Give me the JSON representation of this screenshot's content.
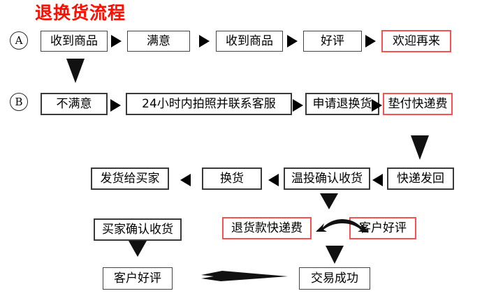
{
  "title": "退换货流程",
  "lanes": [
    {
      "id": "lane-a",
      "label": "A"
    },
    {
      "id": "lane-b",
      "label": "B"
    }
  ],
  "colors": {
    "title_red": "#fa0f00",
    "box_red": "#fa5050",
    "box_black": "#3a3a3a",
    "text": "#000000",
    "background": "#ffffff"
  },
  "row_a": {
    "nodes": [
      {
        "label": "收到商品",
        "style": "black"
      },
      {
        "label": "满意",
        "style": "black"
      },
      {
        "label": "收到商品",
        "style": "black"
      },
      {
        "label": "好评",
        "style": "black"
      },
      {
        "label": "欢迎再来",
        "style": "red"
      }
    ]
  },
  "row_b": {
    "nodes": [
      {
        "label": "不满意",
        "style": "black"
      },
      {
        "label": "24小时内拍照并联系客服",
        "style": "black"
      },
      {
        "label": "申请退换货",
        "style": "black"
      },
      {
        "label": "垫付快递费",
        "style": "red"
      }
    ]
  },
  "row_c": {
    "nodes": [
      {
        "label": "发货给买家",
        "style": "black"
      },
      {
        "label": "换货",
        "style": "black"
      },
      {
        "label": "温投确认收货",
        "style": "black"
      },
      {
        "label": "快递发回",
        "style": "black"
      }
    ]
  },
  "row_d": {
    "nodes": [
      {
        "label": "买家确认收货",
        "style": "black"
      },
      {
        "label": "退货款快递费",
        "style": "red"
      },
      {
        "label": "客户好评",
        "style": "red"
      }
    ]
  },
  "row_e": {
    "nodes": [
      {
        "label": "客户好评",
        "style": "black"
      },
      {
        "label": "交易成功",
        "style": "black"
      }
    ]
  },
  "connectors": [
    {
      "name": "a1-to-a2",
      "type": "arrow-right"
    },
    {
      "name": "a2-to-a3",
      "type": "arrow-right"
    },
    {
      "name": "a3-to-a4",
      "type": "arrow-right"
    },
    {
      "name": "a4-to-a5",
      "type": "arrow-right"
    },
    {
      "name": "a1-to-b1",
      "type": "arrow-down"
    },
    {
      "name": "b1-to-b2",
      "type": "arrow-right"
    },
    {
      "name": "b2-to-b3",
      "type": "arrow-right"
    },
    {
      "name": "b3-to-b4",
      "type": "arrow-right"
    },
    {
      "name": "b4-to-c4",
      "type": "arrow-down"
    },
    {
      "name": "c4-to-c3",
      "type": "arrow-left"
    },
    {
      "name": "c3-to-c2",
      "type": "arrow-left"
    },
    {
      "name": "c2-to-c1",
      "type": "arrow-left"
    },
    {
      "name": "c3-to-d-split",
      "type": "arrow-down"
    },
    {
      "name": "d2-d3-bidirectional",
      "type": "curved-double"
    },
    {
      "name": "d-split-to-e2",
      "type": "arrow-down"
    },
    {
      "name": "d1-to-e1",
      "type": "arrow-down"
    },
    {
      "name": "e2-to-e1",
      "type": "tapered-arrow-left"
    }
  ]
}
